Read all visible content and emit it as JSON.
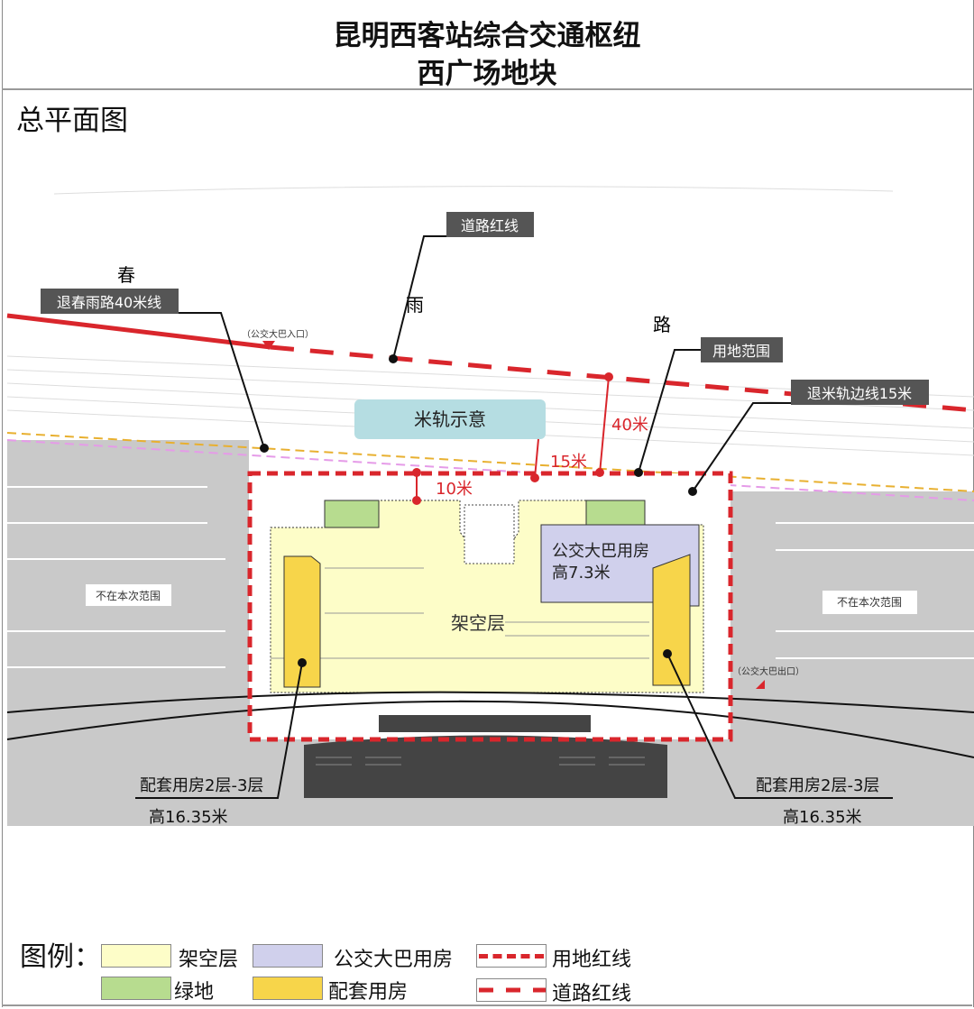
{
  "header": {
    "title_line1": "昆明西客站综合交通枢纽",
    "title_line2": "西广场地块",
    "section": "总平面图"
  },
  "road": {
    "char1": "春",
    "char2": "雨",
    "char3": "路"
  },
  "callouts": {
    "road_red_line": "道路红线",
    "setback_40": "退春雨路40米线",
    "site_boundary": "用地范围",
    "rail_setback_15": "退米轨边线15米"
  },
  "plan": {
    "bus_entrance": "（公交大巴入口）",
    "bus_exit": "（公交大巴出口）",
    "rail_label": "米轨示意",
    "dim_40": "40米",
    "dim_15": "15米",
    "dim_10": "10米",
    "out_of_scope_left": "不在本次范围",
    "out_of_scope_right": "不在本次范围",
    "pilotis": "架空层",
    "bus_building": "公交大巴用房",
    "bus_height": "高7.3米",
    "support_left": "配套用房2层-3层",
    "support_left_height": "高16.35米",
    "support_right": "配套用房2层-3层",
    "support_right_height": "高16.35米"
  },
  "legend": {
    "title": "图例：",
    "items": [
      {
        "label": "架空层",
        "color": "#fdfdc8"
      },
      {
        "label": "公交大巴用房",
        "color": "#d0d0ec"
      },
      {
        "label": "用地红线",
        "color": "#d9262c"
      },
      {
        "label": "绿地",
        "color": "#b7dc8f"
      },
      {
        "label": "配套用房",
        "color": "#f7d54a"
      },
      {
        "label": "道路红线",
        "color": "#d9262c"
      }
    ]
  },
  "colors": {
    "red": "#d9262c",
    "gray_area": "#c9c9c9",
    "dark_building": "#444444",
    "callout_bg": "#555555",
    "rail_box": "#b5dde2"
  }
}
